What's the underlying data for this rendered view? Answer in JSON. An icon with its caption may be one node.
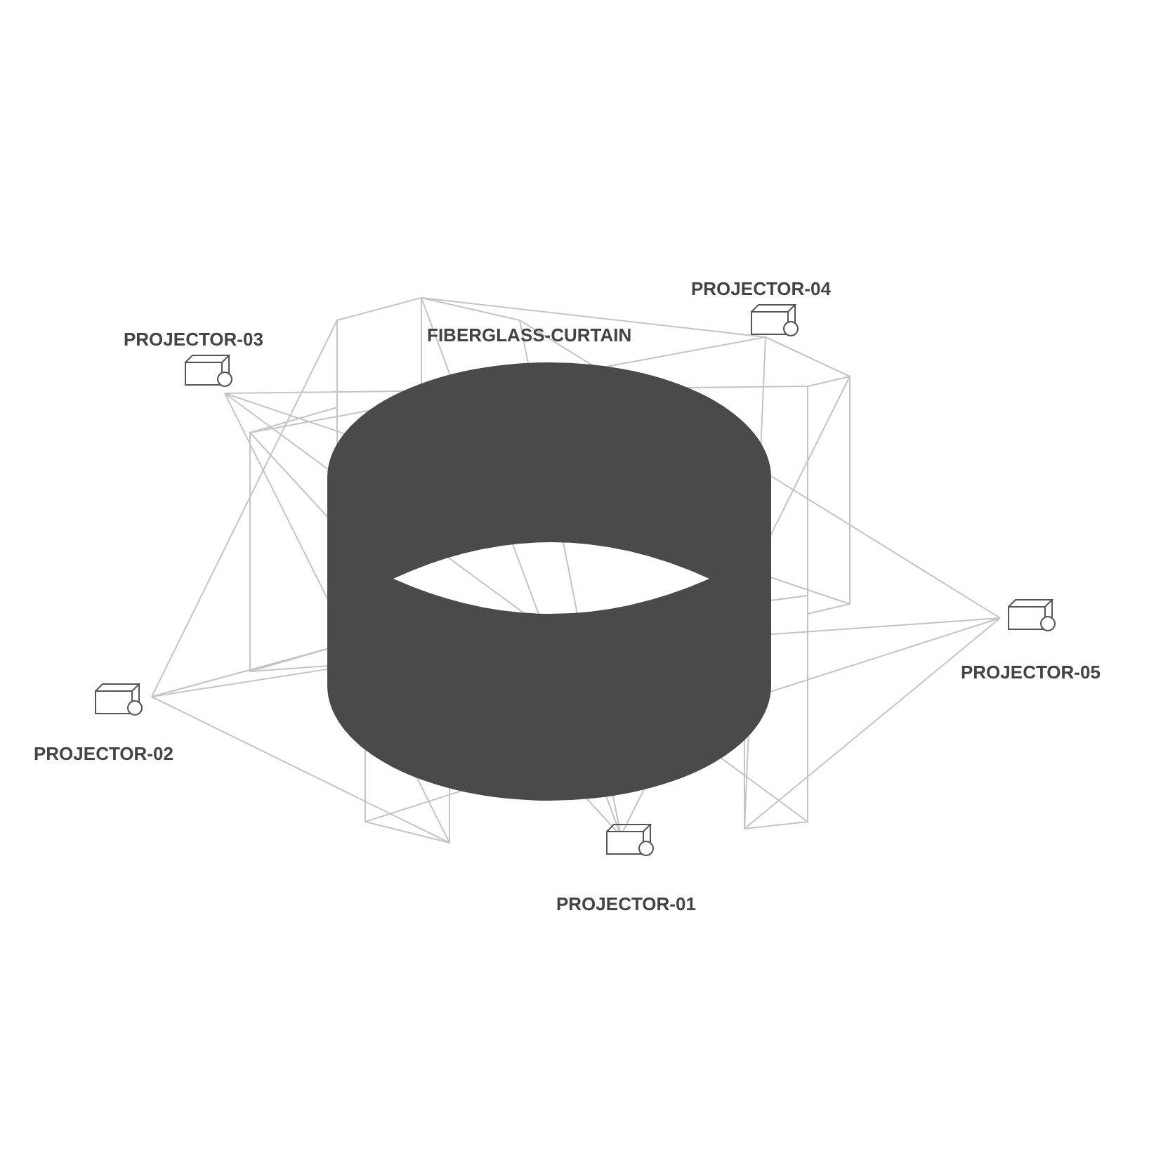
{
  "diagram": {
    "labels": [
      "PROJECTOR-04",
      "PROJECTOR-03",
      "FIBERGLASS-CURTAIN",
      "PROJECTOR-05",
      "PROJECTOR-02",
      "PROJECTOR-01"
    ]
  }
}
